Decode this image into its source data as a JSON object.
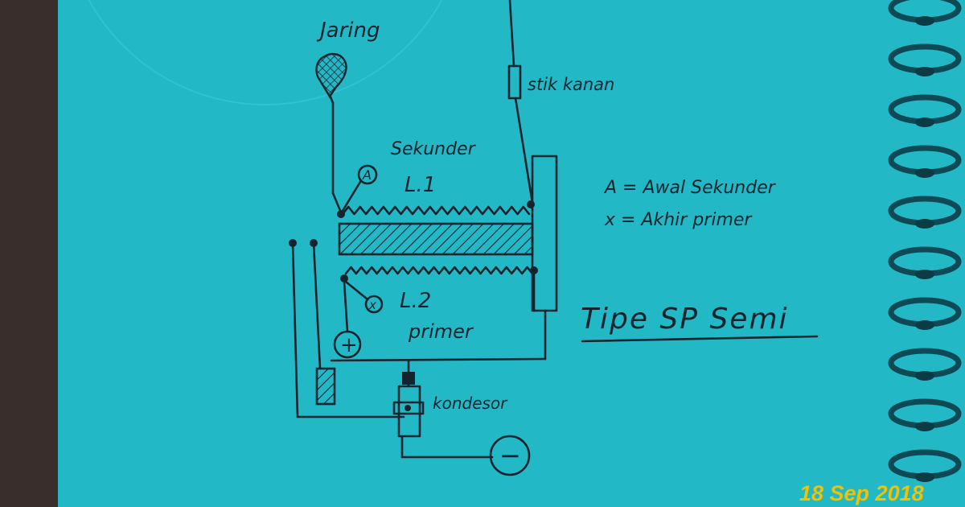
{
  "labels": {
    "jaring": "Jaring",
    "stik_kanan": "stik kanan",
    "sekunder": "Sekunder",
    "l1": "L.1",
    "a_marker": "A",
    "x_marker": "x",
    "plus_sign": "+",
    "minus_sign": "−",
    "l2": "L.2",
    "primer": "primer",
    "kondesor": "kondesor"
  },
  "legend": {
    "line_a": "A = Awal Sekunder",
    "line_x": "x = Akhir primer"
  },
  "title": "Tipe SP Semi",
  "date_stamp": "18 Sep 2018",
  "colors": {
    "paper": "#22b8c6",
    "ink": "#14242e",
    "date_stamp": "#f2c200",
    "background": "#3a2e2c"
  }
}
